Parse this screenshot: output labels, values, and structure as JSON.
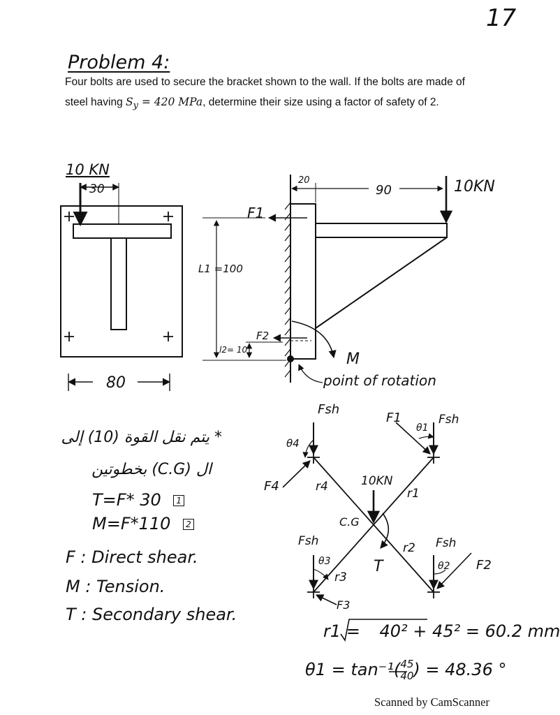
{
  "page_number": "17",
  "heading": "Problem 4:",
  "statement": {
    "part1": "Four bolts are used to secure the bracket shown to the wall. If the bolts are made of steel having ",
    "sy_symbol": "S",
    "sy_sub": "y",
    "sy_value": " = 420 MPa",
    "part2": ", determine their size using a factor of safety of 2."
  },
  "front_view": {
    "load_label": "10 KN",
    "offset_label": "30",
    "width_label": "80"
  },
  "side_view": {
    "dim_20": "20",
    "dim_90": "90",
    "load_label": "10KN",
    "force_f1": "F1",
    "force_f2": "F2",
    "l1_label": "L1 =100",
    "l2_label": "l2= 10",
    "moment_label": "M",
    "rotation_label": "point of rotation"
  },
  "notes": {
    "arabic_line1": "* يتم نقل القوة (10) إلى",
    "arabic_line2": "ال (C.G) بخطوتين",
    "eq1": "T=F* 30",
    "eq1_tag": "1",
    "eq2": "M=F*110",
    "eq2_tag": "2",
    "def_f": "F : Direct shear.",
    "def_m": "M : Tension.",
    "def_t": "T : Secondary shear."
  },
  "bolt_diagram": {
    "fsh_top": "Fsh",
    "f1": "F1",
    "theta1": "θ1",
    "fsh_top_right": "Fsh",
    "theta4": "θ4",
    "f4": "F4",
    "r4": "r4",
    "r1": "r1",
    "load": "10KN",
    "cg": "C.G",
    "fsh_left": "Fsh",
    "theta3": "θ3",
    "r3": "r3",
    "f3": "F3",
    "t_label": "T",
    "r2": "r2",
    "fsh_right": "Fsh",
    "theta2": "θ2",
    "f2": "F2"
  },
  "results": {
    "r1_lhs": "r1 = ",
    "r1_rad": "40² + 45²",
    "r1_rhs": " = 60.2 mm",
    "theta_lhs": "θ1 = tan⁻¹(",
    "theta_num": "45",
    "theta_den": "40",
    "theta_rhs": ") = 48.36 °"
  },
  "footer": "Scanned by CamScanner"
}
